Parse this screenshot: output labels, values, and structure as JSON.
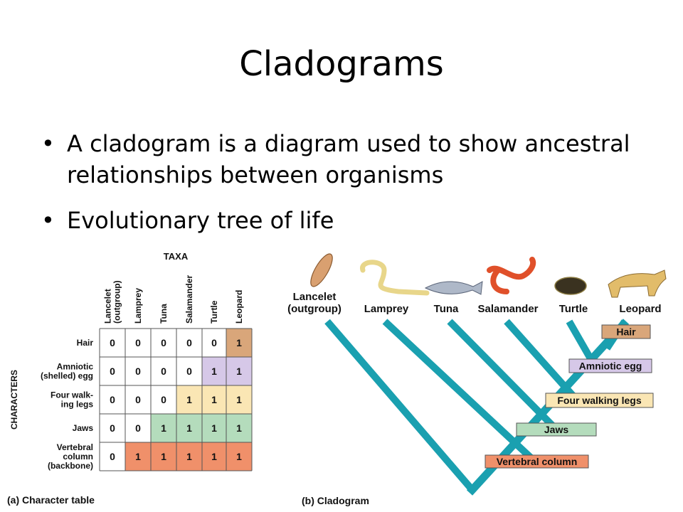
{
  "slide": {
    "title": "Cladograms",
    "bullets": [
      "A cladogram is a diagram used to show ancestral relationships between organisms",
      "Evolutionary tree of life"
    ]
  },
  "character_table": {
    "taxa_header": "TAXA",
    "characters_header": "CHARACTERS",
    "taxa": [
      "Lancelet (outgroup)",
      "Lamprey",
      "Tuna",
      "Salamander",
      "Turtle",
      "Leopard"
    ],
    "taxa_lines": [
      [
        "Lancelet",
        "(outgroup)"
      ],
      [
        "Lamprey"
      ],
      [
        "Tuna"
      ],
      [
        "Salamander"
      ],
      [
        "Turtle"
      ],
      [
        "Leopard"
      ]
    ],
    "rows": [
      {
        "character": [
          "Hair"
        ],
        "values": [
          "0",
          "0",
          "0",
          "0",
          "0",
          "1"
        ],
        "color": "#d9a67a"
      },
      {
        "character": [
          "Amniotic",
          "(shelled) egg"
        ],
        "values": [
          "0",
          "0",
          "0",
          "0",
          "1",
          "1"
        ],
        "color": "#d6c8e8"
      },
      {
        "character": [
          "Four walk-",
          "ing legs"
        ],
        "values": [
          "0",
          "0",
          "0",
          "1",
          "1",
          "1"
        ],
        "color": "#fae6b4"
      },
      {
        "character": [
          "Jaws"
        ],
        "values": [
          "0",
          "0",
          "1",
          "1",
          "1",
          "1"
        ],
        "color": "#b4dcbc"
      },
      {
        "character": [
          "Vertebral",
          "column",
          "(backbone)"
        ],
        "values": [
          "0",
          "1",
          "1",
          "1",
          "1",
          "1"
        ],
        "color": "#f0906a"
      }
    ],
    "caption": "(a) Character table"
  },
  "cladogram": {
    "taxa": [
      [
        "Lancelet",
        "(outgroup)"
      ],
      [
        "Lamprey"
      ],
      [
        "Tuna"
      ],
      [
        "Salamander"
      ],
      [
        "Turtle"
      ],
      [
        "Leopard"
      ]
    ],
    "traits": [
      {
        "label": "Hair",
        "color": "#d9a67a"
      },
      {
        "label": "Amniotic egg",
        "color": "#d6c8e8"
      },
      {
        "label": "Four walking legs",
        "color": "#fae6b4"
      },
      {
        "label": "Jaws",
        "color": "#b4dcbc"
      },
      {
        "label": "Vertebral column",
        "color": "#f0906a"
      }
    ],
    "branch_color": "#1aa0b0",
    "caption": "(b) Cladogram"
  }
}
